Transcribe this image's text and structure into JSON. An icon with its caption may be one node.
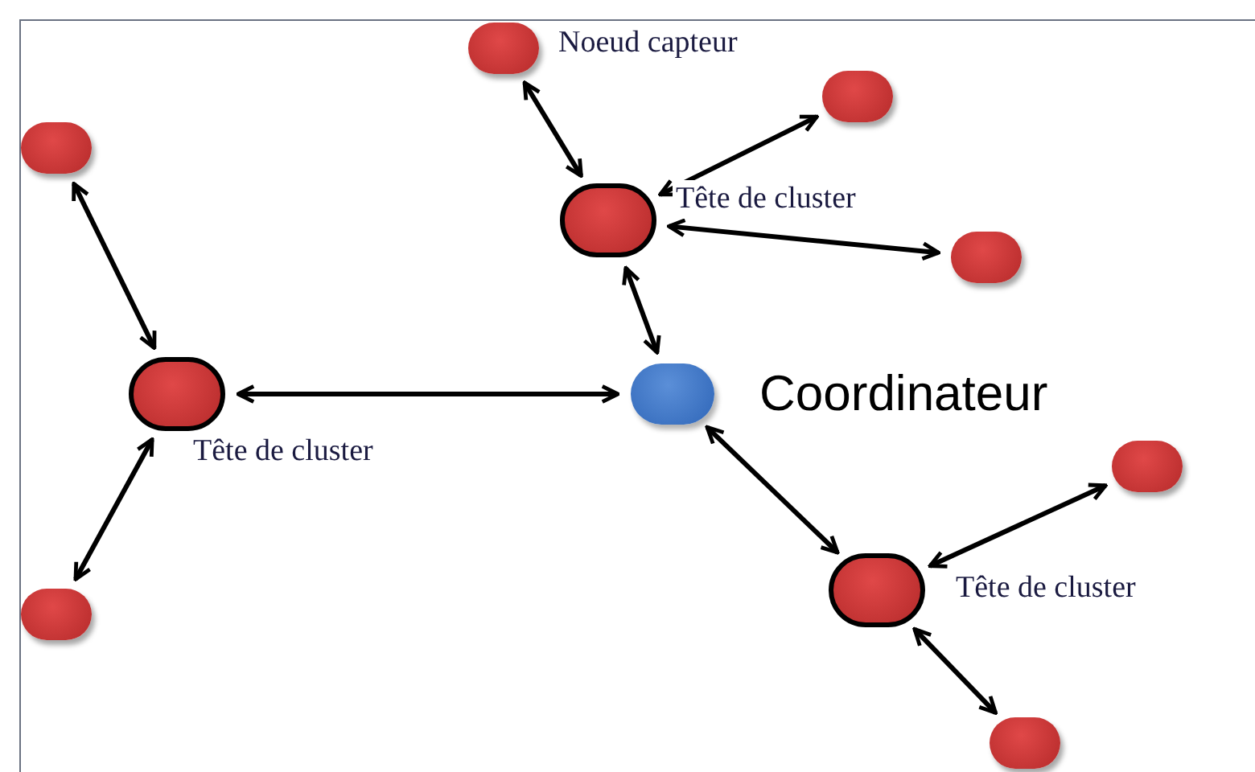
{
  "diagram": {
    "nodes": [
      {
        "text": [],
        "shape": "circle",
        "beside": [
          "Noeud capteur"
        ]
      },
      {
        "text": [],
        "shape": "circle"
      },
      {
        "text": [],
        "shape": "circle"
      },
      {
        "text": [],
        "shape": "circle",
        "beside": [
          "Tête de cluster"
        ]
      },
      {
        "text": [],
        "shape": "circle"
      },
      {
        "text": [],
        "shape": "circle",
        "beside": [
          "Tête de cluster"
        ]
      },
      {
        "text": [],
        "shape": "circle",
        "beside": [
          "Coordinateur"
        ]
      },
      {
        "text": [],
        "shape": "circle"
      },
      {
        "text": [],
        "shape": "circle",
        "beside": [
          "Tête de cluster"
        ]
      },
      {
        "text": [],
        "shape": "circle"
      },
      {
        "text": [],
        "shape": "circle"
      }
    ],
    "edges": [
      {
        "from": 0,
        "to": 3,
        "arrow": "both"
      },
      {
        "from": 3,
        "to": 1,
        "arrow": "both"
      },
      {
        "from": 3,
        "to": 4,
        "arrow": "both"
      },
      {
        "from": 3,
        "to": 6,
        "arrow": "both"
      },
      {
        "from": 2,
        "to": 5,
        "arrow": "both"
      },
      {
        "from": 5,
        "to": 6,
        "arrow": "both"
      },
      {
        "from": 5,
        "to": 9,
        "arrow": "both"
      },
      {
        "from": 6,
        "to": 8,
        "arrow": "both"
      },
      {
        "from": 8,
        "to": 7,
        "arrow": "both"
      },
      {
        "from": 8,
        "to": 10,
        "arrow": "both"
      }
    ]
  }
}
